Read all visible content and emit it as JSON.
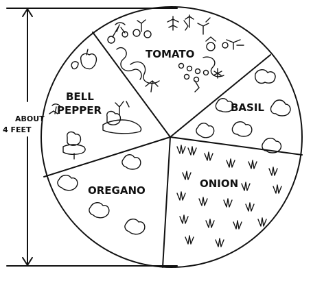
{
  "diagram": {
    "sections": [
      {
        "id": "tomato",
        "label": "TOMATO"
      },
      {
        "id": "basil",
        "label": "BASIL"
      },
      {
        "id": "onion",
        "label": "ONION"
      },
      {
        "id": "oregano",
        "label": "OREGANO"
      },
      {
        "id": "bell_pepper",
        "label_line1": "BELL",
        "label_line2": "PEPPER"
      }
    ],
    "dimension": {
      "line1": "ABOUT",
      "line2": "4 FEET"
    }
  }
}
